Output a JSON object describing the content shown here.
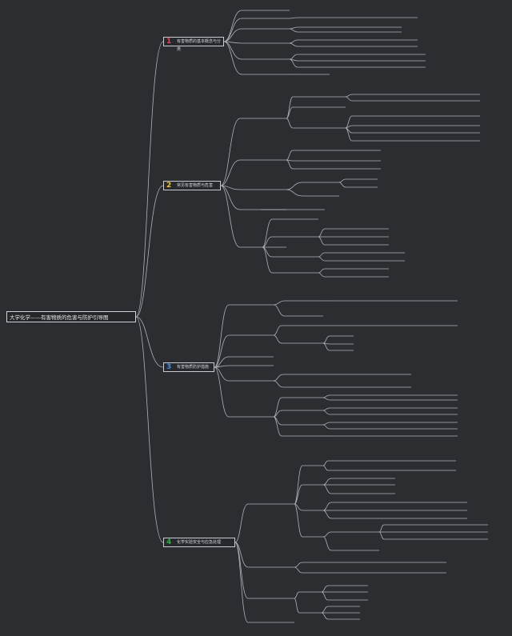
{
  "root": {
    "title": "大学化学——有害物质的危害与防护引导图"
  },
  "branches": [
    {
      "num": "1",
      "color": "#e0454f",
      "label": "有害物质的基本概念与分类"
    },
    {
      "num": "2",
      "color": "#f2c832",
      "label": "常见有害物质与危害"
    },
    {
      "num": "3",
      "color": "#3f8fe6",
      "label": "有害物质防护措施"
    },
    {
      "num": "4",
      "color": "#2fae3e",
      "label": "化学实验安全与应急处理"
    }
  ]
}
